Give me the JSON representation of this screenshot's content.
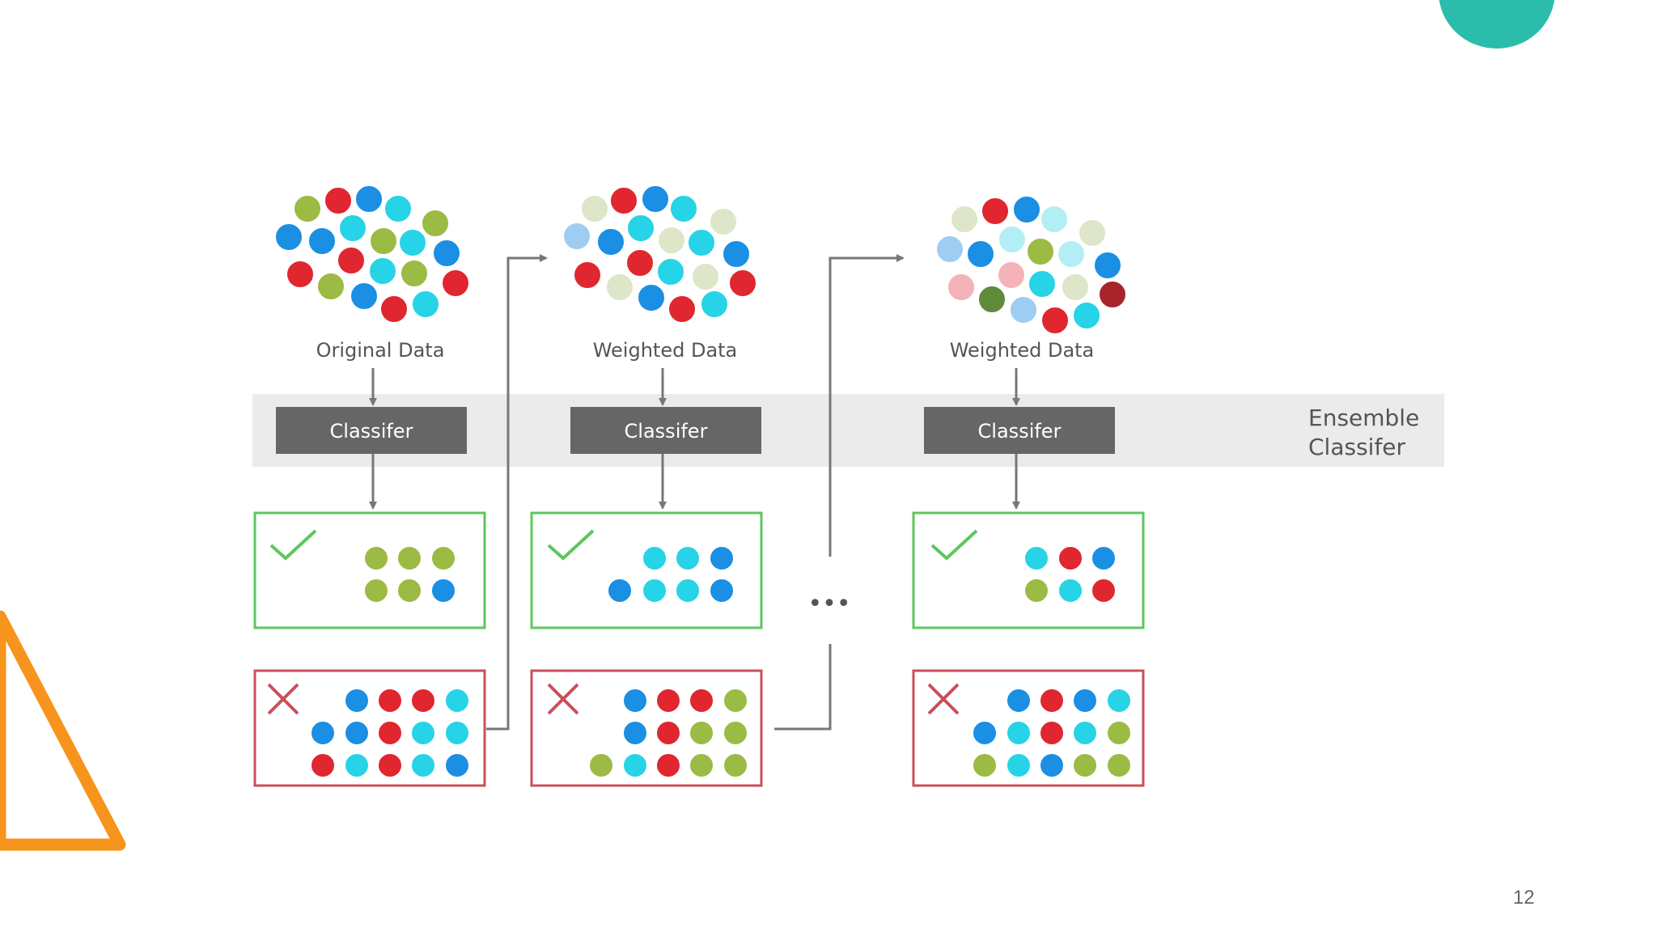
{
  "slide": {
    "page_number": "12"
  },
  "diagram": {
    "stages": [
      {
        "data_label": "Original Data",
        "classifier_label": "Classifer"
      },
      {
        "data_label": "Weighted Data",
        "classifier_label": "Classifer"
      },
      {
        "data_label": "Weighted Data",
        "classifier_label": "Classifer"
      }
    ],
    "ensemble_label_line1": "Ensemble",
    "ensemble_label_line2": "Classifer",
    "ellipsis": "•••"
  },
  "colors": {
    "red": "#e0262f",
    "blue": "#1a8fe3",
    "cyan": "#27d3e6",
    "green": "#9bbb44",
    "band": "#ebebeb",
    "classifier_box": "#666666",
    "correct_border": "#5ec65e",
    "wrong_border": "#c8505a",
    "arrow": "#777777",
    "teal_accent": "#2bbcab",
    "orange_accent": "#f7941d"
  }
}
